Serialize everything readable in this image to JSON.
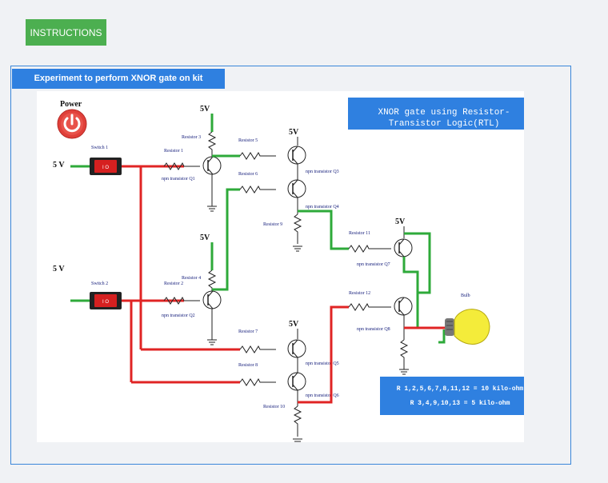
{
  "toolbar": {
    "instructions_label": "INSTRUCTIONS"
  },
  "panel": {
    "title": "Experiment to perform XNOR gate on kit"
  },
  "circuit": {
    "power_label": "Power",
    "title_line1": "XNOR gate using Resistor-",
    "title_line2": "Transistor Logic(RTL)",
    "input1_voltage": "5 V",
    "input2_voltage": "5 V",
    "supply": "5V",
    "switch1": "Switch 1",
    "switch2": "Switch 2",
    "resistor1": "Resistor 1",
    "resistor2": "Resistor 2",
    "resistor3": "Resistor 3",
    "resistor4": "Resistor 4",
    "resistor5": "Resistor 5",
    "resistor6": "Resistor 6",
    "resistor7": "Resistor 7",
    "resistor8": "Resistor 8",
    "resistor9": "Resistor 9",
    "resistor10": "Resistor 10",
    "resistor11": "Resistor 11",
    "resistor12": "Resistor 12",
    "q1": "npn transistor Q1",
    "q2": "npn transistor Q2",
    "q3": "npn transistor Q3",
    "q4": "npn transistor Q4",
    "q5": "npn transistor Q5",
    "q6": "npn transistor Q6",
    "q7": "npn transistor Q7",
    "q8": "npn transistor Q8",
    "bulb": "Bulb",
    "values_line1": "R 1,2,5,6,7,8,11,12 = 10 kilo-ohm",
    "values_line2": "R 3,4,9,10,13 = 5 kilo-ohm",
    "colors": {
      "wire_high": "#2eaa3a",
      "wire_low": "#e02424",
      "box": "#2f80e0",
      "bulb": "#f4ec3a"
    }
  }
}
